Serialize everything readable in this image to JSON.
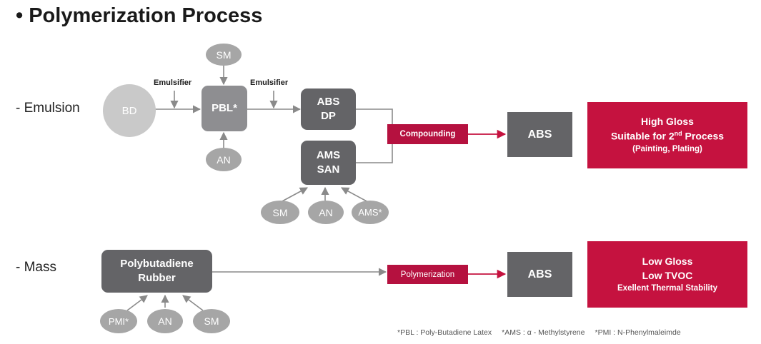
{
  "title": "• Polymerization Process",
  "emulsion": {
    "label": "- Emulsion",
    "bd": "BD",
    "sm_top": "SM",
    "emulsifier_1": "Emulsifier",
    "emulsifier_2": "Emulsifier",
    "pbl": "PBL*",
    "an_bottom": "AN",
    "abs_dp_line1": "ABS",
    "abs_dp_line2": "DP",
    "ams_san_line1": "AMS",
    "ams_san_line2": "SAN",
    "sm_input": "SM",
    "an_input": "AN",
    "ams_input": "AMS*",
    "process_label": "Compounding",
    "output": "ABS",
    "result_line1": "High Gloss",
    "result_line2_pre": "Suitable for 2",
    "result_line2_sup": "nd",
    "result_line2_post": " Process",
    "result_line3": "(Painting, Plating)"
  },
  "mass": {
    "label": "- Mass",
    "rubber_line1": "Polybutadiene",
    "rubber_line2": "Rubber",
    "pmi_input": "PMI*",
    "an_input": "AN",
    "sm_input": "SM",
    "process_label": "Polymerization",
    "output": "ABS",
    "result_line1": "Low Gloss",
    "result_line2": "Low TVOC",
    "result_line3": "Exellent Thermal Stability"
  },
  "footnotes": [
    "*PBL : Poly-Butadiene Latex",
    "*AMS : α - Methylstyrene",
    "*PMI : N-Phenylmaleimde"
  ],
  "colors": {
    "accent_red": "#c5123f",
    "dark_box": "#646467",
    "mid_box": "#8e8e91",
    "light_circle": "#c9c9c9",
    "ellipse": "#a6a6a6",
    "connector": "#8a8a8a"
  }
}
